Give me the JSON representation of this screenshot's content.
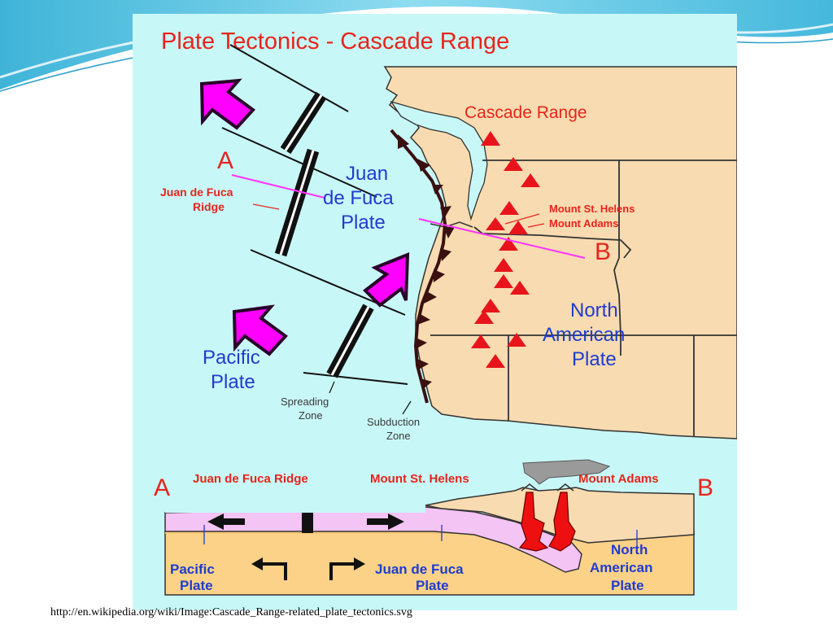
{
  "title": "Plate Tectonics - Cascade Range",
  "map": {
    "cascade_range": "Cascade Range",
    "ridge_label_line1": "Juan de Fuca",
    "ridge_label_line2": "Ridge",
    "jdf_plate_line1": "Juan",
    "jdf_plate_line2": "de Fuca",
    "jdf_plate_line3": "Plate",
    "pacific_line1": "Pacific",
    "pacific_line2": "Plate",
    "na_line1": "North",
    "na_line2": "American",
    "na_line3": "Plate",
    "mount_st_helens": "Mount St. Helens",
    "mount_adams": "Mount Adams",
    "spreading_line1": "Spreading",
    "spreading_line2": "Zone",
    "subduction_line1": "Subduction",
    "subduction_line2": "Zone",
    "point_a": "A",
    "point_b": "B"
  },
  "cross_section": {
    "point_a": "A",
    "point_b": "B",
    "ridge": "Juan de Fuca Ridge",
    "mount_st_helens": "Mount St. Helens",
    "mount_adams": "Mount Adams",
    "pacific_line1": "Pacific",
    "pacific_line2": "Plate",
    "jdf_line1": "Juan de Fuca",
    "jdf_line2": "Plate",
    "na_line1": "North",
    "na_line2": "American",
    "na_line3": "Plate"
  },
  "source_url": "http://en.wikipedia.org/wiki/Image:Cascade_Range-related_plate_tectonics.svg",
  "colors": {
    "ocean": "#c8f7f7",
    "land": "#f8dbb0",
    "label_red": "#e8241c",
    "label_blue": "#1f3ccf",
    "arrow_magenta": "#ff00ff",
    "section_line": "#ff33ff"
  }
}
